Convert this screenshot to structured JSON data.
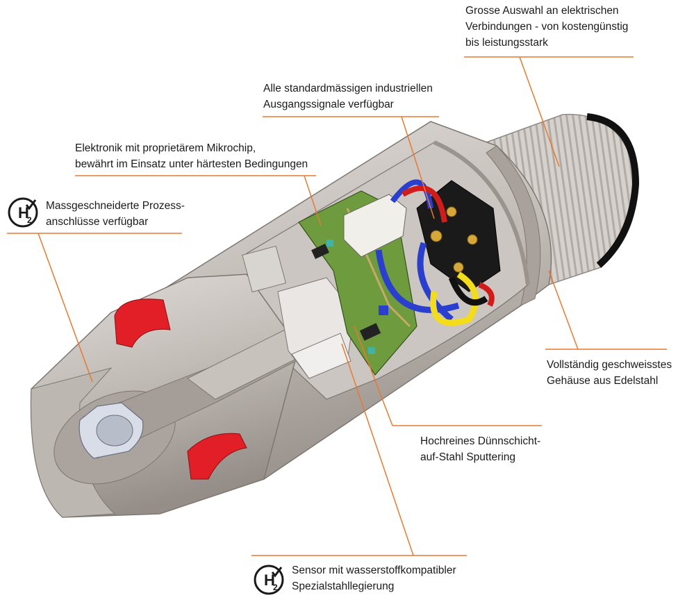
{
  "colors": {
    "leader": "#e8792f",
    "steel_light": "#d3cfcb",
    "steel_mid": "#b9b3ae",
    "steel_dark": "#8f8883",
    "seal_red": "#e21f26",
    "pcb_green": "#6e9b3d",
    "wire_blue": "#2a3fd0",
    "wire_yellow": "#f3dc1a",
    "wire_red": "#d11c1c",
    "wire_black": "#111111"
  },
  "badge": {
    "h": "H",
    "sub": "2",
    "icon": "h2-check-icon"
  },
  "callouts": {
    "connections": {
      "lines": [
        "Grosse Auswahl an elektrischen",
        "Verbindungen - von kostengünstig",
        "bis leistungsstark"
      ]
    },
    "signals": {
      "lines": [
        "Alle standardmässigen industriellen",
        "Ausgangssignale verfügbar"
      ]
    },
    "electronics": {
      "lines": [
        "Elektronik mit proprietärem Mikrochip,",
        "bewährt im Einsatz unter härtesten Bedingungen"
      ]
    },
    "process": {
      "lines": [
        "Massgeschneiderte Prozess-",
        "anschlüsse verfügbar"
      ]
    },
    "housing": {
      "lines": [
        "Vollständig geschweisstes",
        "Gehäuse aus Edelstahl"
      ]
    },
    "sputtering": {
      "lines": [
        "Hochreines Dünnschicht-",
        "auf-Stahl Sputtering"
      ]
    },
    "sensor": {
      "lines": [
        "Sensor mit wasserstoffkompatibler",
        "Spezialstahllegierung"
      ]
    }
  }
}
